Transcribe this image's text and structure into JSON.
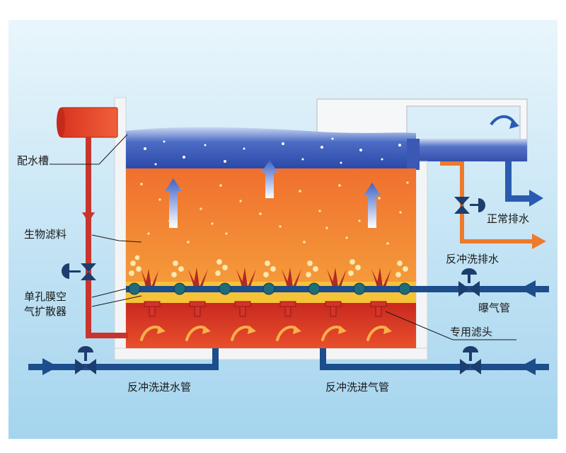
{
  "labels": {
    "water_distribution_tank": "配水槽",
    "bio_filter_media": "生物滤料",
    "diffuser_line1": "单孔膜空",
    "diffuser_line2": "气扩散器",
    "normal_drain": "正常排水",
    "backwash_drain": "反冲洗排水",
    "aeration_pipe": "曝气管",
    "dedicated_filter_head": "专用滤头",
    "backwash_water_inlet": "反冲洗进水管",
    "backwash_air_inlet": "反冲洗进气管"
  },
  "colors": {
    "background_top": "#e6f4fb",
    "background_bottom": "#aad8f0",
    "tank_wall": "#f3f4f6",
    "water_top": "#2f52b5",
    "media_orange": "#ee6a2e",
    "support_yellow": "#f6c237",
    "bottom_red": "#d8322a",
    "pipe_blue": "#1c4d8c",
    "pipe_red": "#c8352c",
    "drain_orange": "#ee7a2b",
    "arrow_blue": "#2a5bb0",
    "arrow_orange": "#ee7a2b"
  },
  "icons": [
    "valve-icon",
    "up-arrow-icon",
    "flow-arrow-icon",
    "swirl-arrow-icon"
  ]
}
